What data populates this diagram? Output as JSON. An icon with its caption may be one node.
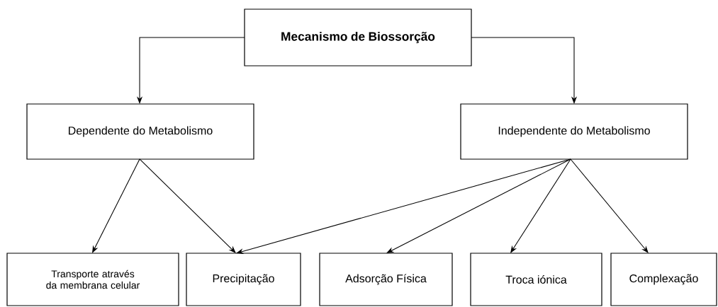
{
  "diagram": {
    "nodes": [
      {
        "text": [
          "Mecanismo de Biossorção"
        ]
      },
      {
        "text": [
          "Dependente do Metabolismo"
        ]
      },
      {
        "text": [
          "Independente do Metabolismo"
        ]
      },
      {
        "text": [
          "Transporte através da membrana celular"
        ]
      },
      {
        "text": [
          "Precipitação"
        ]
      },
      {
        "text": [
          "Adsorção Física"
        ]
      },
      {
        "text": [
          "Troca iónica"
        ]
      },
      {
        "text": [
          "Complexação"
        ]
      }
    ],
    "edges": [
      {
        "from": 0,
        "to": 1,
        "arrow": "to"
      },
      {
        "from": 0,
        "to": 2,
        "arrow": "to"
      },
      {
        "from": 1,
        "to": 3,
        "arrow": "to"
      },
      {
        "from": 1,
        "to": 4,
        "arrow": "to"
      },
      {
        "from": 2,
        "to": 4,
        "arrow": "to"
      },
      {
        "from": 2,
        "to": 5,
        "arrow": "to"
      },
      {
        "from": 2,
        "to": 6,
        "arrow": "to"
      },
      {
        "from": 2,
        "to": 7,
        "arrow": "to"
      }
    ]
  }
}
